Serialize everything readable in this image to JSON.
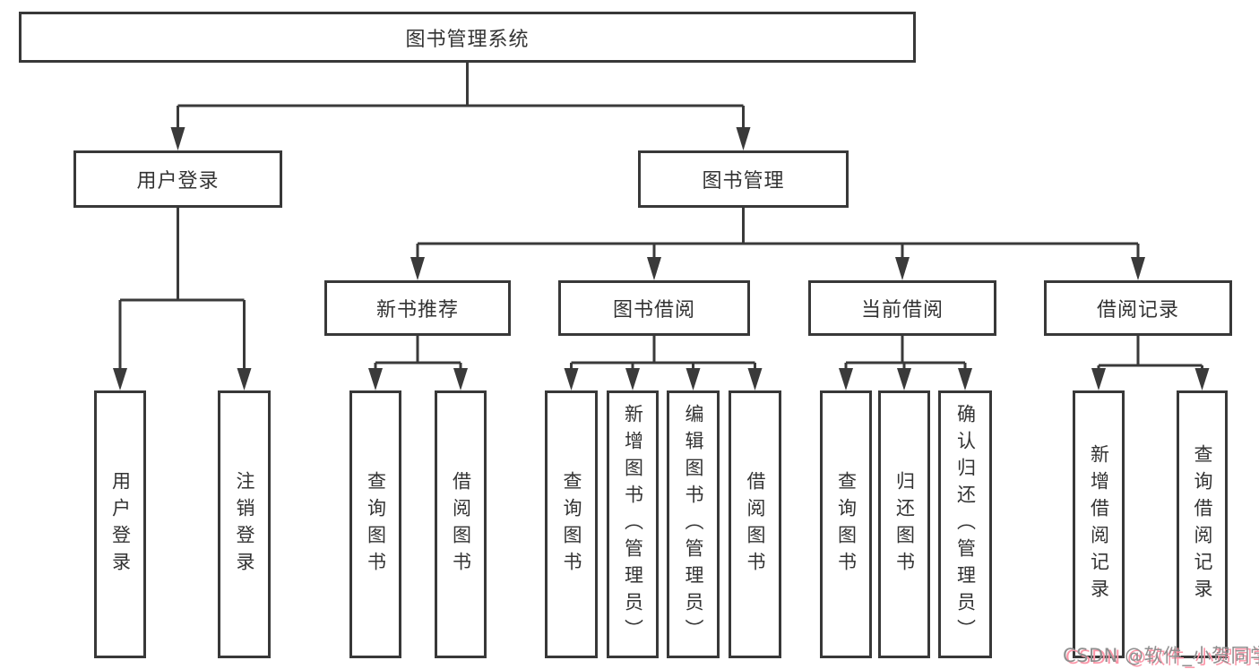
{
  "diagram": {
    "root": {
      "label": "图书管理系统"
    },
    "level2": [
      {
        "label": "用户登录"
      },
      {
        "label": "图书管理"
      }
    ],
    "level3": [
      {
        "label": "新书推荐",
        "parent": "图书管理"
      },
      {
        "label": "图书借阅",
        "parent": "图书管理"
      },
      {
        "label": "当前借阅",
        "parent": "图书管理"
      },
      {
        "label": "借阅记录",
        "parent": "图书管理"
      }
    ],
    "leaves": [
      {
        "label": "用户登录",
        "parent": "用户登录"
      },
      {
        "label": "注销登录",
        "parent": "用户登录"
      },
      {
        "label": "查询图书",
        "parent": "新书推荐"
      },
      {
        "label": "借阅图书",
        "parent": "新书推荐"
      },
      {
        "label": "查询图书",
        "parent": "图书借阅"
      },
      {
        "label": "新增图书（管理员）",
        "parent": "图书借阅"
      },
      {
        "label": "编辑图书（管理员）",
        "parent": "图书借阅"
      },
      {
        "label": "借阅图书",
        "parent": "图书借阅"
      },
      {
        "label": "查询图书",
        "parent": "当前借阅"
      },
      {
        "label": "归还图书",
        "parent": "当前借阅"
      },
      {
        "label": "确认归还（管理员）",
        "parent": "当前借阅"
      },
      {
        "label": "新增借阅记录",
        "parent": "借阅记录"
      },
      {
        "label": "查询借阅记录",
        "parent": "借阅记录"
      }
    ]
  },
  "watermark": {
    "text": "CSDN @软件_小贺同学"
  },
  "colors": {
    "line": "#3a3a3a",
    "box_border": "#383838",
    "box_fill": "#ffffff",
    "text": "#333333",
    "background": "#ffffff",
    "watermark_text": "#8f8f8f",
    "watermark_shadow": "#fc96a8"
  }
}
